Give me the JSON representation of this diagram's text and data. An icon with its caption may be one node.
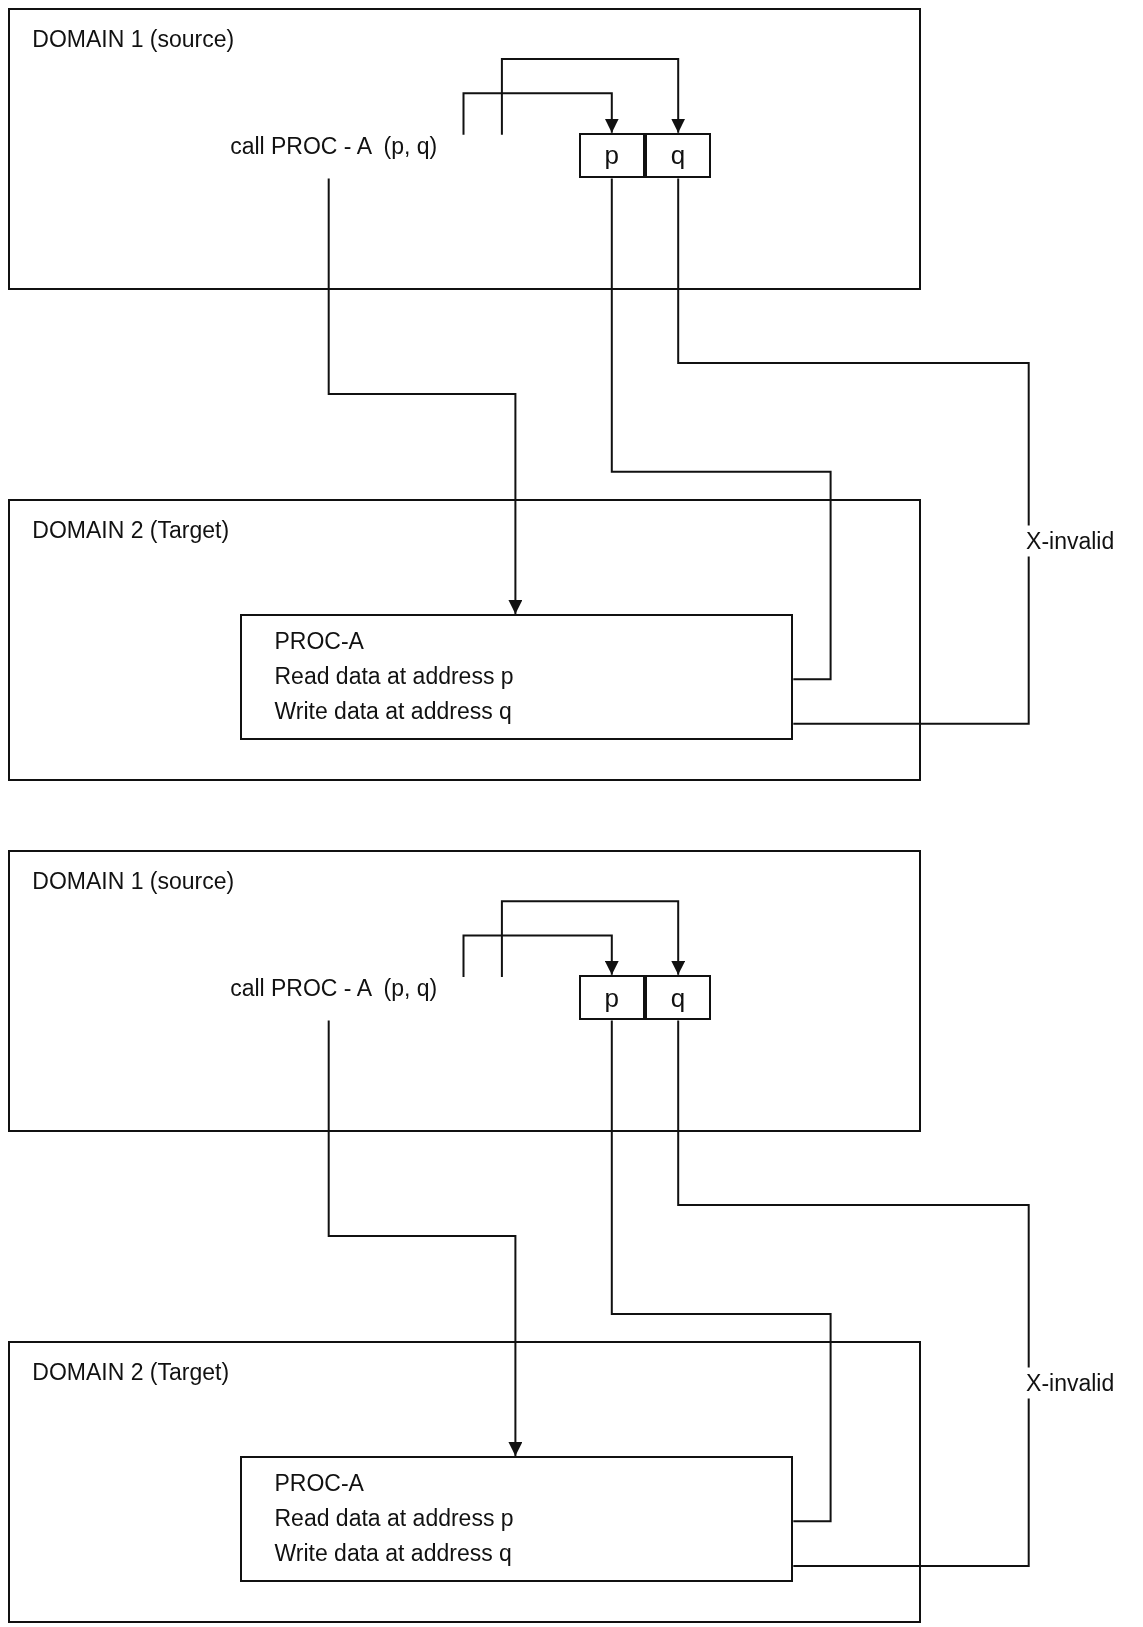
{
  "diagram": {
    "nodes": [
      {
        "text": [
          "DOMAIN 1 (source)"
        ]
      },
      {
        "text": [
          "call PROC - A  (p, q)"
        ],
        "in": 0
      },
      {
        "text": [
          "p"
        ],
        "in": 0
      },
      {
        "text": [
          "q"
        ],
        "in": 0
      },
      {
        "text": [
          "DOMAIN 2 (Target)"
        ]
      },
      {
        "text": [
          "PROC-A",
          "Read data at address p",
          "Write data at address q"
        ],
        "in": 4
      },
      {
        "text": [
          "DOMAIN 1 (source)"
        ]
      },
      {
        "text": [
          "call PROC - A  (p, q)"
        ],
        "in": 6
      },
      {
        "text": [
          "p"
        ],
        "in": 6
      },
      {
        "text": [
          "q"
        ],
        "in": 6
      },
      {
        "text": [
          "DOMAIN 2 (Target)"
        ]
      },
      {
        "text": [
          "PROC-A",
          "Read data at address p",
          "Write data at address q"
        ],
        "in": 10
      }
    ],
    "edges": [
      {
        "from": 1,
        "to": 2,
        "arrow": "to"
      },
      {
        "from": 1,
        "to": 3,
        "arrow": "to"
      },
      {
        "from": 1,
        "to": 5,
        "arrow": "to"
      },
      {
        "from": 2,
        "to": 5,
        "arrow": "none"
      },
      {
        "from": 3,
        "to": 5,
        "arrow": "none",
        "label": "X-invalid"
      },
      {
        "from": 7,
        "to": 8,
        "arrow": "to"
      },
      {
        "from": 7,
        "to": 9,
        "arrow": "to"
      },
      {
        "from": 7,
        "to": 11,
        "arrow": "to"
      },
      {
        "from": 8,
        "to": 11,
        "arrow": "none"
      },
      {
        "from": 9,
        "to": 11,
        "arrow": "none",
        "label": "X-invalid"
      }
    ]
  }
}
